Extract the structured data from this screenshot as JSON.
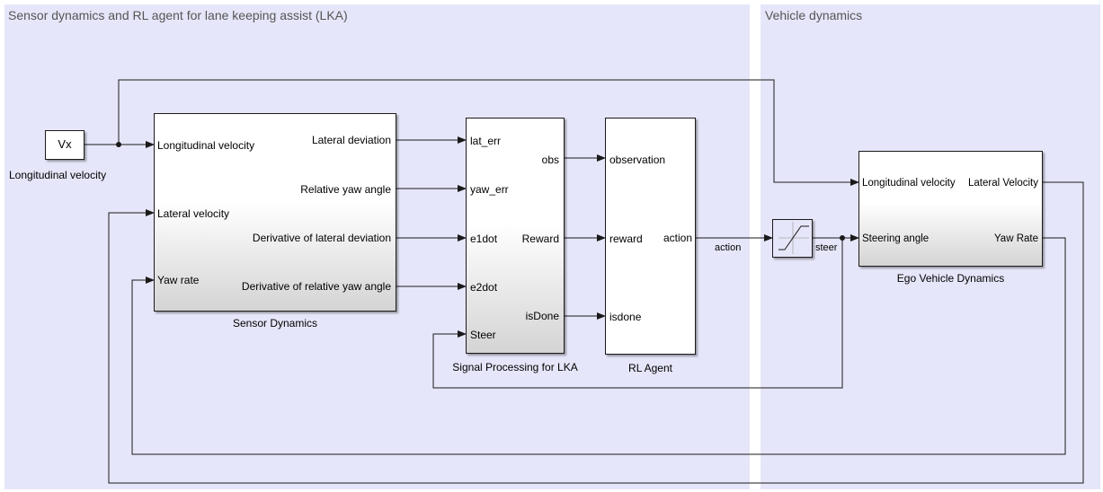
{
  "areas": {
    "sensor_title": "Sensor dynamics and RL agent for lane keeping assist (LKA)",
    "vehicle_title": "Vehicle dynamics"
  },
  "constant": {
    "text": "Vx",
    "label": "Longitudinal velocity"
  },
  "sensor": {
    "name": "Sensor Dynamics",
    "in": [
      "Longitudinal velocity",
      "Lateral velocity",
      "Yaw rate"
    ],
    "out": [
      "Lateral deviation",
      "Relative yaw angle",
      "Derivative of lateral deviation",
      "Derivative of relative yaw angle"
    ]
  },
  "signal": {
    "name": "Signal Processing for LKA",
    "in": [
      "lat_err",
      "yaw_err",
      "e1dot",
      "e2dot",
      "Steer"
    ],
    "out": [
      "obs",
      "Reward",
      "isDone"
    ]
  },
  "agent": {
    "name": "RL Agent",
    "in": [
      "observation",
      "reward",
      "isdone"
    ],
    "out": "action"
  },
  "wire_labels": {
    "action": "action",
    "steer": "steer"
  },
  "ego": {
    "name": "Ego Vehicle Dynamics",
    "in": [
      "Longitudinal velocity",
      "Steering angle"
    ],
    "out": [
      "Lateral Velocity",
      "Yaw Rate"
    ]
  },
  "colors": {
    "area": "#e6e6fa",
    "wire": "#1a1a1a",
    "title": "#555555"
  }
}
